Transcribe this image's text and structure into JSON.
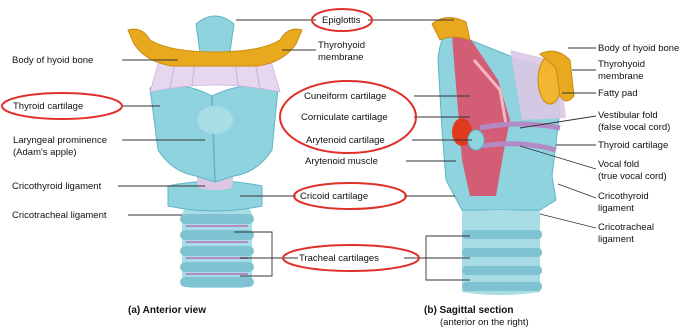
{
  "labels": {
    "epiglottis": "Epiglottis",
    "body_hyoid_left": "Body of hyoid bone",
    "thyrohyoid_membrane_mid_1": "Thyrohyoid",
    "thyrohyoid_membrane_mid_2": "membrane",
    "thyroid_cartilage_left": "Thyroid cartilage",
    "laryngeal_prominence_1": "Laryngeal prominence",
    "laryngeal_prominence_2": "(Adam's apple)",
    "cuneiform": "Cuneiform cartilage",
    "corniculate": "Corniculate cartilage",
    "arytenoid_cartilage": "Arytenoid cartilage",
    "arytenoid_muscle": "Arytenoid muscle",
    "cricothyroid_left": "Cricothyroid ligament",
    "cricoid": "Cricoid cartilage",
    "cricotracheal_left": "Cricotracheal ligament",
    "tracheal": "Tracheal cartilages",
    "body_hyoid_right": "Body of hyoid bone",
    "thyrohyoid_right_1": "Thyrohyoid",
    "thyrohyoid_right_2": "membrane",
    "fatty_pad": "Fatty pad",
    "vestibular_1": "Vestibular fold",
    "vestibular_2": "(false vocal cord)",
    "thyroid_right": "Thyroid cartilage",
    "vocal_fold_1": "Vocal fold",
    "vocal_fold_2": "(true vocal cord)",
    "cricothyroid_right_1": "Cricothyroid",
    "cricothyroid_right_2": "ligament",
    "cricotracheal_right_1": "Cricotracheal",
    "cricotracheal_right_2": "ligament"
  },
  "captions": {
    "a": "(a) Anterior view",
    "b": "(b) Sagittal section",
    "b_sub": "(anterior on the right)"
  },
  "colors": {
    "cartilage": "#8fd3df",
    "cartilage_dark": "#5fb5c7",
    "bone": "#e9a91f",
    "membrane": "#dcc8e6",
    "mucosa": "#d9536b",
    "highlight_oval": "#e0302a"
  }
}
